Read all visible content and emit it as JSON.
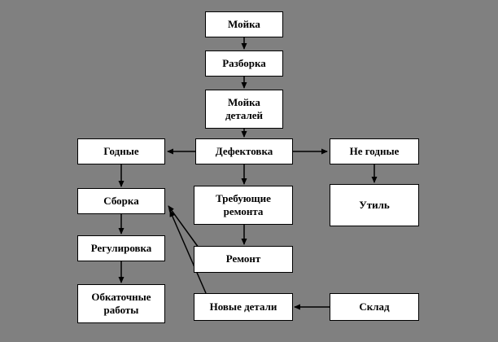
{
  "diagram": {
    "title": "Process flowchart (repair / disassembly process)",
    "background_color": "#808080",
    "box_fill": "#ffffff",
    "box_border": "#000000",
    "text_color": "#000000",
    "nodes": {
      "moyka": {
        "label": "Мойка"
      },
      "razborka": {
        "label": "Разборка"
      },
      "moyka_detaley": {
        "label": "Мойка деталей"
      },
      "defektovka": {
        "label": "Дефектовка"
      },
      "godnye": {
        "label": "Годные"
      },
      "ne_godnye": {
        "label": "Не годные"
      },
      "sborka": {
        "label": "Сборка"
      },
      "trebuyushchie": {
        "label": "Требующие ремонта"
      },
      "util": {
        "label": "Утиль"
      },
      "regulirovka": {
        "label": "Регулировка"
      },
      "remont": {
        "label": "Ремонт"
      },
      "obkatochnye": {
        "label": "Обкаточные работы"
      },
      "novye_detali": {
        "label": "Новые детали"
      },
      "sklad": {
        "label": "Склад"
      }
    },
    "edges": [
      {
        "from": "moyka",
        "to": "razborka"
      },
      {
        "from": "razborka",
        "to": "moyka_detaley"
      },
      {
        "from": "moyka_detaley",
        "to": "defektovka"
      },
      {
        "from": "defektovka",
        "to": "godnye"
      },
      {
        "from": "defektovka",
        "to": "ne_godnye"
      },
      {
        "from": "defektovka",
        "to": "trebuyushchie"
      },
      {
        "from": "godnye",
        "to": "sborka"
      },
      {
        "from": "ne_godnye",
        "to": "util"
      },
      {
        "from": "trebuyushchie",
        "to": "remont"
      },
      {
        "from": "sborka",
        "to": "regulirovka"
      },
      {
        "from": "regulirovka",
        "to": "obkatochnye"
      },
      {
        "from": "remont",
        "to": "sborka"
      },
      {
        "from": "novye_detali",
        "to": "sborka"
      },
      {
        "from": "sklad",
        "to": "novye_detali"
      }
    ]
  }
}
